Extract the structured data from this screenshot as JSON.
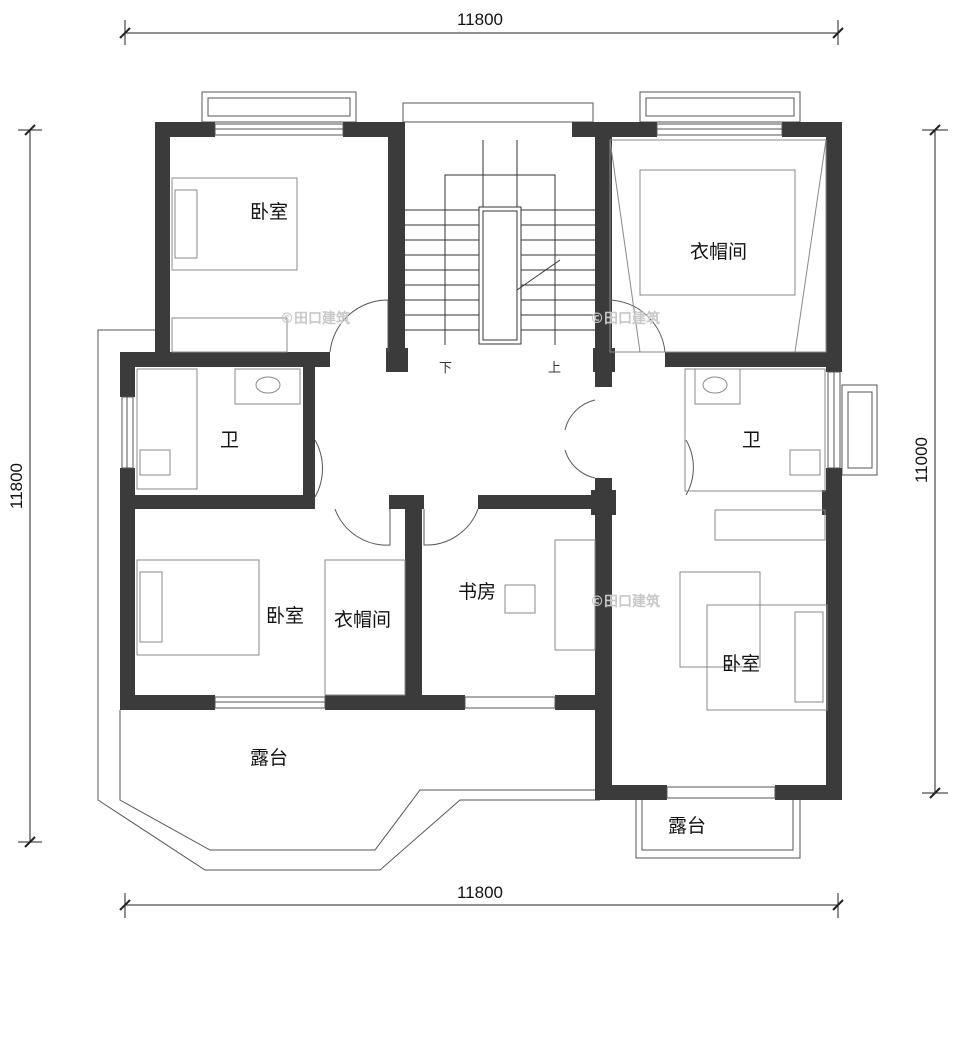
{
  "dimensions": {
    "top": "11800",
    "bottom": "11800",
    "left": "11800",
    "right": "11000"
  },
  "rooms": {
    "bedroom_top_left": "卧室",
    "stair_down": "下",
    "stair_up": "上",
    "closet_top_right": "衣帽间",
    "bath_left": "卫",
    "bath_right": "卫",
    "bedroom_mid_left": "卧室",
    "closet_mid": "衣帽间",
    "study": "书房",
    "bedroom_right": "卧室",
    "terrace_left": "露台",
    "terrace_right": "露台"
  },
  "watermark": "©田口建筑",
  "colors": {
    "wall": "#3b3b3b"
  }
}
